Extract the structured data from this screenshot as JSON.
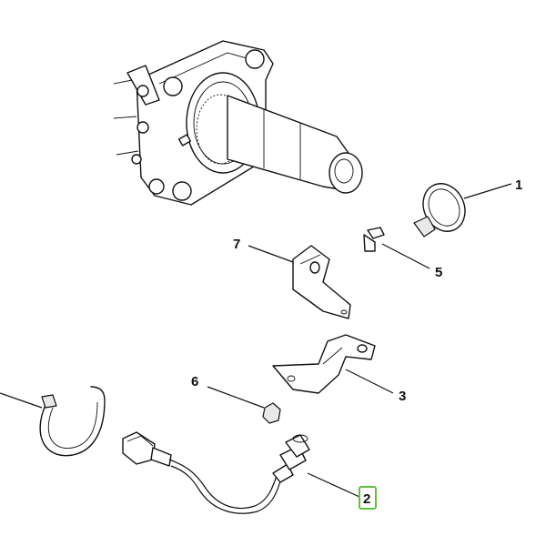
{
  "callouts": [
    {
      "id": "1",
      "label": "1"
    },
    {
      "id": "2",
      "label": "2",
      "highlighted": true
    },
    {
      "id": "3",
      "label": "3"
    },
    {
      "id": "5",
      "label": "5"
    },
    {
      "id": "6",
      "label": "6"
    },
    {
      "id": "7",
      "label": "7"
    }
  ],
  "colors": {
    "highlight": "#5cc43c",
    "ink": "#111111",
    "background": "#ffffff"
  }
}
